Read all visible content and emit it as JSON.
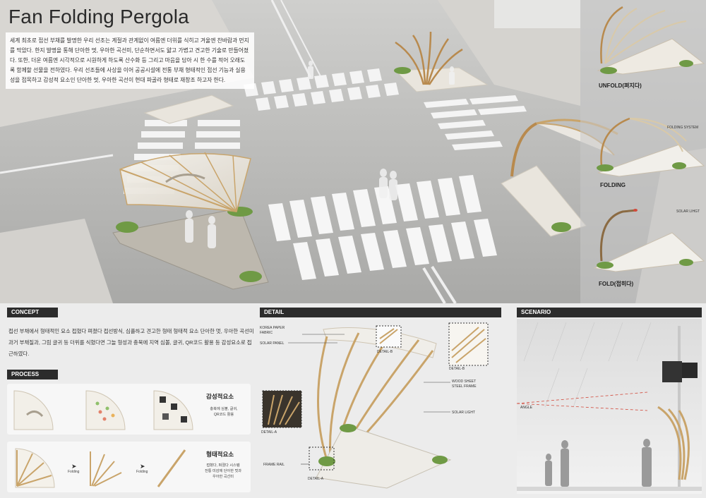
{
  "header": {
    "title": "Fan Folding Pergola",
    "intro": "세계 최초로 접선 부채를 발명한 우리 선조는 계절과 관계없이 여름엔 더위를 식히고 겨울엔 찬바람과 먼지를 막았다. 한지 발명을 통해 단아한 멋, 우아한 곡선미, 단순하면서도 얇고 가볍고 견고한 기술로 만들어졌다. 또한, 더운 여름엔 시각적으로 시원하게 하도록 산수화 등 그리고 마음을 담아 시 한 수를 적어 오래도록 함께할 선물을 전하였다. 우리 선조들에 사상을 이어 공공시설에 전통 부채 형태적인 접선 기능과 실용성을 접목하고 감성적 요소인 단아한 멋, 우아한 곡선이 현대 파골라 형태로 재창조 하고자 한다."
  },
  "side": {
    "unfold": "UNFOLD(펴지다)",
    "folding": "FOLDING",
    "fold": "FOLD(접히다)",
    "folding_system": "FOLDING SYSTEM",
    "solar_light": "SOLAR LIHGT"
  },
  "concept": {
    "heading": "CONCEPT",
    "text": "접선 부채에서 형태적인 요소 접혔다 펴졌다 접선방식, 심플하고 견고한 형태 형태적 요소 단아한 멋, 우아한 곡선미 과거 부채질과, 그림 글귀 등 더위를 식혔다면 그늘 형성과 충북에 지역 심볼, 글귀, QR코드 활용 등 감성요소로 접근하였다."
  },
  "process": {
    "heading": "PROCESS",
    "row1_title": "감성적요소",
    "row1_desc": [
      "충북에 심볼, 글귀,",
      "QR코드 활용"
    ],
    "row2_title": "형태적요소",
    "row2_desc": [
      "접혔다, 펴졌다 시스템",
      "전통  미감에 단아한 멋과",
      "우아한 곡선미"
    ],
    "folding_1": "Folding",
    "folding_2": "Folding"
  },
  "detail": {
    "heading": "DETAIL",
    "korea_paper": [
      "KOREA PAPER",
      "FABRIC"
    ],
    "solar_panel": "SOLAR PANEL",
    "detail_b": "DETAIL-B",
    "detail_b2": "DETAIL-B",
    "wood_sheet": [
      "WOOD SHEET",
      "STEEL FRAME"
    ],
    "solar_light": "SOLAR LIGHT",
    "detail_a": "DETAIL-A",
    "detail_a2": "DETAIL-A",
    "frame_rail": "FRAME RAIL"
  },
  "scenario": {
    "heading": "SCENARIO",
    "angle": "ANGLE"
  },
  "colors": {
    "accent_dark": "#2c2c2c",
    "wood": "#c9a46a",
    "grass": "#6f9a45",
    "road": "#b9b9b7"
  }
}
